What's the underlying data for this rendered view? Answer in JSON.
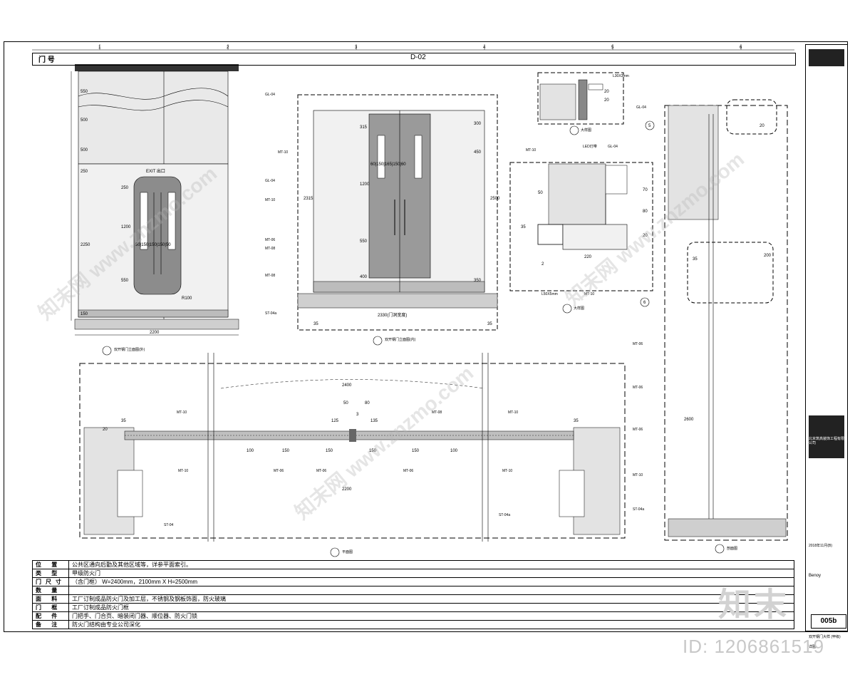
{
  "header": {
    "door_no_label": "门 号",
    "door_code": "D-02"
  },
  "grid_numbers": [
    "1",
    "2",
    "3",
    "4",
    "5",
    "6"
  ],
  "elevation_a": {
    "exit_sign": "EXIT 出口",
    "dims_left": [
      "550",
      "500",
      "500",
      "250",
      "2250",
      "150"
    ],
    "dims_inner": [
      "250",
      "1200",
      "550"
    ],
    "glass_dims": "50|150|150|150|50",
    "radius": "R100",
    "width": "2200",
    "tags": [
      "GL-04",
      "GL-04",
      "MT-10",
      "MT-06",
      "MT-08",
      "ST-04a"
    ],
    "caption": "双开钢门立面图(外)"
  },
  "elevation_b": {
    "dims_top": [
      "315",
      "1200",
      "550",
      "400"
    ],
    "dims_right": [
      "300",
      "450",
      "2500",
      "350"
    ],
    "glass_dims": "60|150|165|150|60",
    "height": "2315",
    "width": "2330(门洞宽度)",
    "edge": [
      "35",
      "35"
    ],
    "tags": [
      "MT-10",
      "MT-08"
    ],
    "caption": "双开钢门立面图(内)"
  },
  "detail_1": {
    "note": "L30X3mm",
    "tag": "GL-04",
    "dims": [
      "20",
      "20"
    ],
    "caption": "大样图"
  },
  "detail_2": {
    "tags": [
      "MT-10",
      "GL-04"
    ],
    "note_led": "LED灯带",
    "dims": [
      "50",
      "220",
      "70",
      "80",
      "20",
      "35",
      "2"
    ],
    "note_bottom": "L50X5mm",
    "tag_bottom": "MT-10",
    "caption": "大样图"
  },
  "plan": {
    "width_top": "2400",
    "width_bottom": "2200",
    "dims": [
      "50",
      "80",
      "3",
      "125",
      "135",
      "100",
      "150",
      "150",
      "150",
      "150",
      "100",
      "35",
      "35",
      "20"
    ],
    "tags": [
      "MT-10",
      "MT-08",
      "MT-10",
      "MT-06",
      "MT-06",
      "MT-06",
      "MT-10",
      "MT-10",
      "ST-04a",
      "ST-04"
    ],
    "caption": "平面图"
  },
  "section": {
    "dims": [
      "20",
      "35",
      "2600",
      "200"
    ],
    "tags": [
      "MT-06",
      "MT-06",
      "MT-06",
      "MT-10",
      "ST-04a"
    ],
    "callouts": [
      "5",
      "6"
    ],
    "caption": "剖面图"
  },
  "spec": [
    {
      "k": "位 置",
      "v": "公共区通向后勤及其他区域等，详参平面索引。"
    },
    {
      "k": "类 型",
      "v": "甲级防火门"
    },
    {
      "k": "门尺寸",
      "v": "（含门框） W=2400mm，2100mm X H=2500mm"
    },
    {
      "k": "数 量",
      "v": ""
    },
    {
      "k": "面 料",
      "v": "工厂订制成品防火门及加工层，不锈钢及钢板饰面，防火玻璃"
    },
    {
      "k": "门 框",
      "v": "工厂订制成品防火门框"
    },
    {
      "k": "配 件",
      "v": "门把手、门合页、暗装闭门器、顺位器、防火门锁"
    },
    {
      "k": "备 注",
      "v": "防火门结构由专业公司深化"
    }
  ],
  "sidebar": {
    "company": "北京筑高装饰工程有限公司",
    "designer": "Benoy",
    "sheet_title": "双开钢门大样 (甲级)",
    "date": "2018年11月(B)",
    "sheet_no": "005b",
    "scale": "详图"
  },
  "watermark": {
    "logo": "知末",
    "id": "ID: 1206861519",
    "site": "知末网 www.znzmo.com"
  },
  "colors": {
    "line": "#000000",
    "hatch": "#9a9a9a",
    "handle_panel": "#8c8c8c",
    "watermark": "#c8c8c8"
  }
}
